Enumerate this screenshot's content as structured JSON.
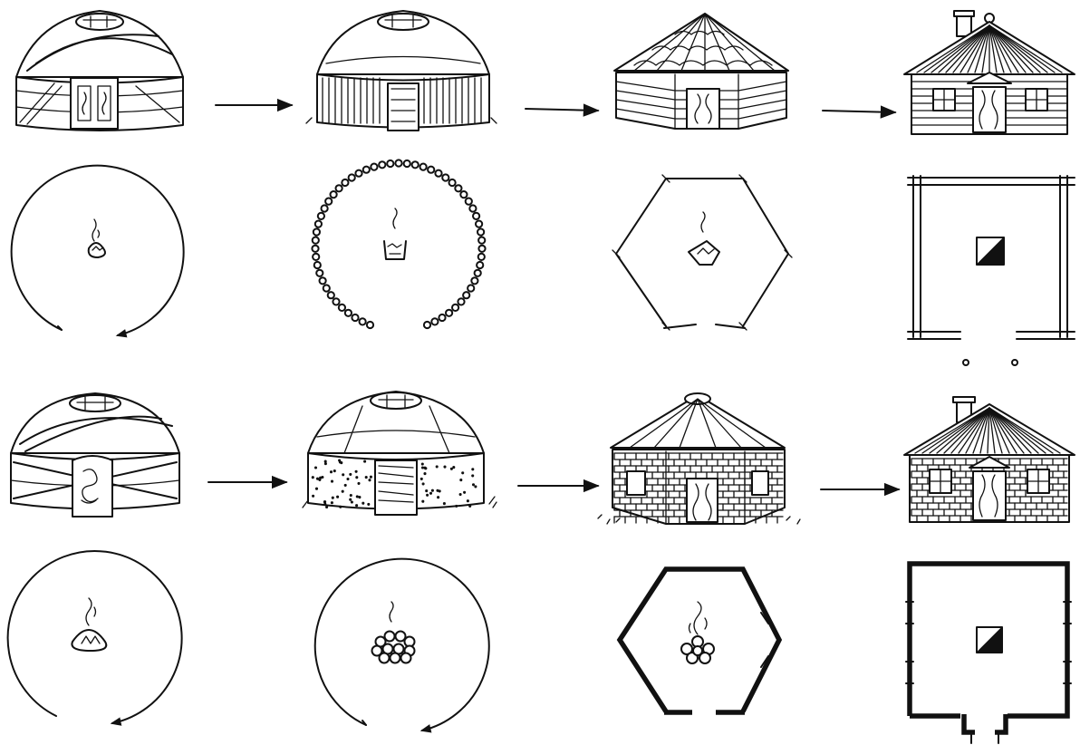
{
  "diagram": {
    "type": "dwelling-evolution-illustration",
    "rows": [
      {
        "id": "sequence-a",
        "stages": [
          {
            "building": "yurt-felt",
            "plan": "circle-open"
          },
          {
            "building": "yurt-reed-wall",
            "plan": "circle-beaded-open"
          },
          {
            "building": "hexagonal-log-house",
            "plan": "hexagon-log-open"
          },
          {
            "building": "square-log-house",
            "plan": "square-log-with-hearth"
          }
        ]
      },
      {
        "id": "sequence-b",
        "stages": [
          {
            "building": "yurt-felt-ornamented-door",
            "plan": "circle-open"
          },
          {
            "building": "yurt-mud-wall",
            "plan": "circle-open-stone-hearth"
          },
          {
            "building": "hexagonal-brick-house",
            "plan": "hexagon-thick-wall"
          },
          {
            "building": "square-brick-house",
            "plan": "square-thick-wall-with-hearth"
          }
        ]
      }
    ],
    "icons": [
      "arrow-right-icon",
      "fire-icon",
      "smoke-icon",
      "stove-icon"
    ],
    "colors": {
      "ink": "#111111",
      "paper": "#ffffff"
    }
  }
}
